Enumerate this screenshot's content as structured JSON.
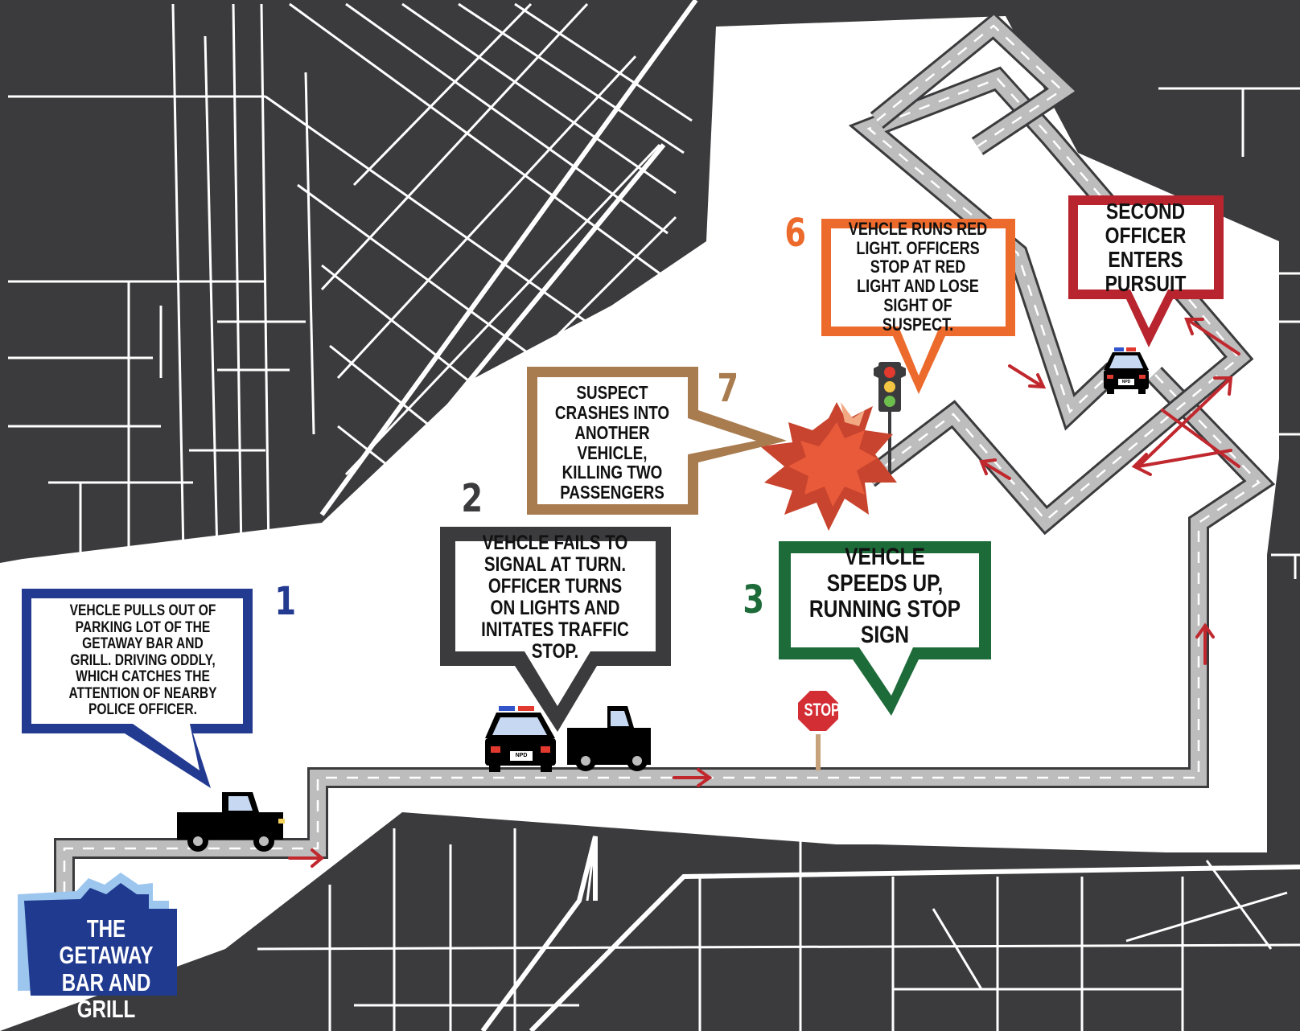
{
  "colors": {
    "map_dark": "#3b3b3d",
    "street": "#ffffff",
    "route": "#bdbdbd",
    "route_outline": "#3b3b3d",
    "arrow": "#c0282e",
    "step1": "#233a91",
    "step2": "#3b3b3d",
    "step3": "#1e6b3a",
    "step6": "#ec6a2c",
    "step7": "#a87c4f",
    "pursuit": "#b8252e",
    "stop_sign": "#d42e35",
    "crash_outer": "#c8442e",
    "crash_inner": "#e85a3a",
    "crash_light": "#f2a883",
    "building": "#1f3a8f",
    "building_light": "#9cc6ee"
  },
  "building": {
    "name": "THE GETAWAY BAR AND GRILL",
    "line1": "THE GETAWAY",
    "line2": "BAR AND GRILL",
    "icon": "building-icon"
  },
  "stop_sign": {
    "text": "STOP",
    "icon": "stop-sign-icon"
  },
  "traffic_light": {
    "icon": "traffic-light-icon"
  },
  "crash": {
    "icon": "explosion-icon"
  },
  "police_car": {
    "plate": "NPD",
    "icon": "police-car-icon"
  },
  "truck": {
    "icon": "pickup-truck-icon"
  },
  "steps": [
    {
      "number": "1",
      "text": "VEHCLE PULLS OUT OF PARKING LOT OF THE GETAWAY BAR AND GRILL. DRIVING ODDLY, WHICH CATCHES THE ATTENTION OF NEARBY POLICE OFFICER."
    },
    {
      "number": "2",
      "text": "VEHCLE FAILS TO SIGNAL AT TURN. OFFICER TURNS ON LIGHTS AND INITATES TRAFFIC STOP."
    },
    {
      "number": "3",
      "text": "VEHCLE SPEEDS UP, RUNNING STOP SIGN"
    },
    {
      "number": "6",
      "text": "VEHCLE RUNS RED LIGHT. OFFICERS STOP AT RED LIGHT AND LOSE SIGHT OF SUSPECT."
    },
    {
      "number": "7",
      "text": "SUSPECT CRASHES INTO ANOTHER VEHICLE, KILLING TWO PASSENGERS"
    }
  ],
  "pursuit": {
    "text": "SECOND OFFICER ENTERS PURSUIT"
  }
}
